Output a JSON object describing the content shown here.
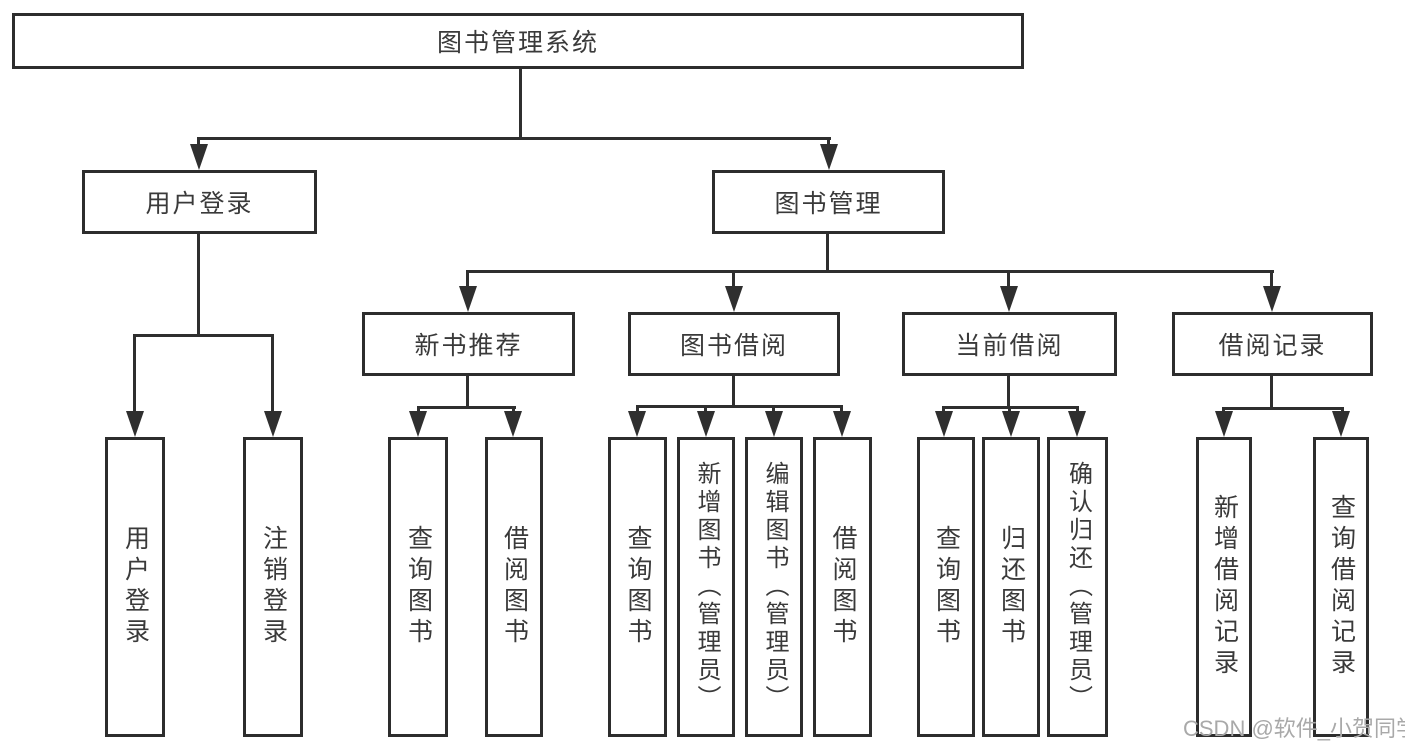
{
  "nodes": {
    "root": {
      "label": "图书管理系统"
    },
    "l2": [
      {
        "label": "用户登录",
        "parent": "图书管理系统"
      },
      {
        "label": "图书管理",
        "parent": "图书管理系统"
      }
    ],
    "l3": [
      {
        "label": "新书推荐",
        "parent": "图书管理"
      },
      {
        "label": "图书借阅",
        "parent": "图书管理"
      },
      {
        "label": "当前借阅",
        "parent": "图书管理"
      },
      {
        "label": "借阅记录",
        "parent": "图书管理"
      }
    ],
    "leaves": [
      {
        "label": "用户登录",
        "parent": "用户登录"
      },
      {
        "label": "注销登录",
        "parent": "用户登录"
      },
      {
        "label": "查询图书",
        "parent": "新书推荐"
      },
      {
        "label": "借阅图书",
        "parent": "新书推荐"
      },
      {
        "label": "查询图书",
        "parent": "图书借阅"
      },
      {
        "label": "新增图书（管理员）",
        "parent": "图书借阅"
      },
      {
        "label": "编辑图书（管理员）",
        "parent": "图书借阅"
      },
      {
        "label": "借阅图书",
        "parent": "图书借阅"
      },
      {
        "label": "查询图书",
        "parent": "当前借阅"
      },
      {
        "label": "归还图书",
        "parent": "当前借阅"
      },
      {
        "label": "确认归还（管理员）",
        "parent": "当前借阅"
      },
      {
        "label": "新增借阅记录",
        "parent": "借阅记录"
      },
      {
        "label": "查询借阅记录",
        "parent": "借阅记录"
      }
    ]
  },
  "watermark": {
    "text": "CSDN @软件_小贺同学"
  },
  "colors": {
    "background": "#ffffff",
    "box_border": "#2d2d2d",
    "line": "#2f2f2f",
    "text": "#3a3a3a",
    "watermark": "#a9a9a9"
  }
}
